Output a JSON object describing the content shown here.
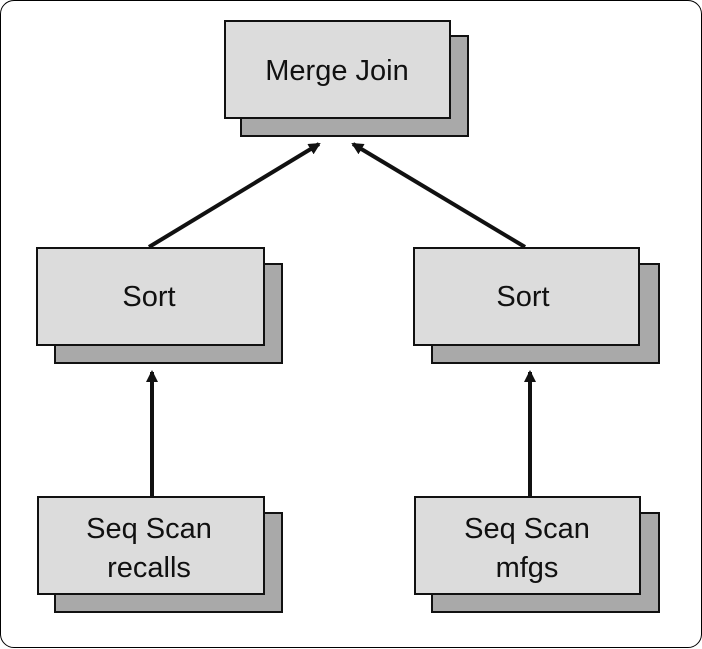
{
  "nodes": {
    "merge_join": {
      "label": "Merge Join"
    },
    "sort_left": {
      "label": "Sort"
    },
    "sort_right": {
      "label": "Sort"
    },
    "scan_left": {
      "line1": "Seq Scan",
      "line2": "recalls"
    },
    "scan_right": {
      "line1": "Seq Scan",
      "line2": "mfgs"
    }
  },
  "colors": {
    "box_fill": "#dcdcdc",
    "shadow_fill": "#a9a9a9",
    "stroke": "#111111"
  }
}
